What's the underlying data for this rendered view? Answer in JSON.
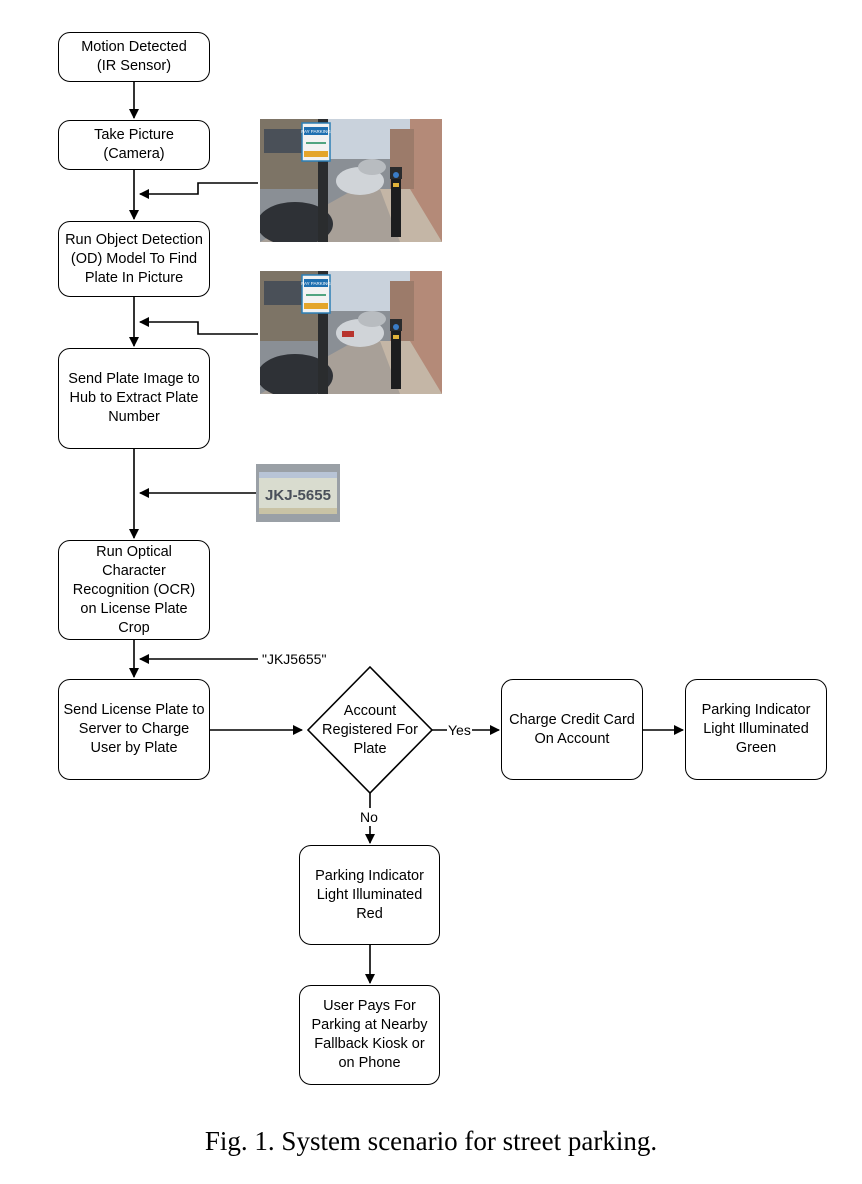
{
  "nodes": {
    "motion": "Motion Detected\n(IR Sensor)",
    "picture": "Take Picture\n(Camera)",
    "od": "Run Object Detection\n(OD) Model To Find\nPlate In Picture",
    "send_plate": "Send Plate Image to\nHub to Extract Plate\nNumber",
    "ocr": "Run Optical\nCharacter\nRecognition (OCR)\non License Plate\nCrop",
    "send_server": "Send License Plate to\nServer to Charge\nUser by Plate",
    "account": "Account\nRegistered For\nPlate",
    "charge": "Charge Credit Card\nOn Account",
    "green": "Parking Indicator\nLight Illuminated\nGreen",
    "red": "Parking Indicator\nLight Illuminated\nRed",
    "pays": "User Pays For\nParking at Nearby\nFallback Kiosk or\non Phone"
  },
  "edges": {
    "ocr_output": "\"JKJ5655\"",
    "yes": "Yes",
    "no": "No"
  },
  "images": {
    "sign_text": "PAY PARKING",
    "plate_text": "JKJ-5655"
  },
  "caption": "Fig. 1.  System scenario for street parking."
}
